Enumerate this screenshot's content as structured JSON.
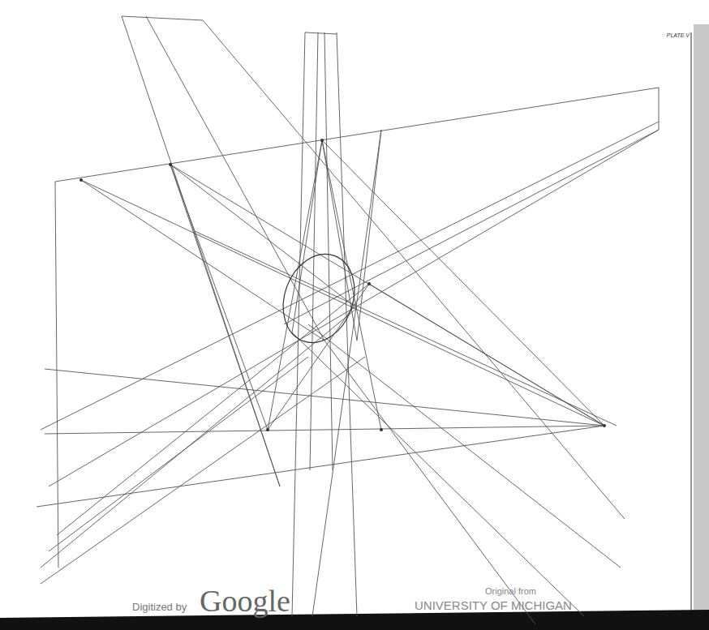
{
  "diagram": {
    "labels": [
      "PLATE V",
      "Digitized by",
      "Google",
      "Original from",
      "UNIVERSITY OF MICHIGAN"
    ]
  }
}
